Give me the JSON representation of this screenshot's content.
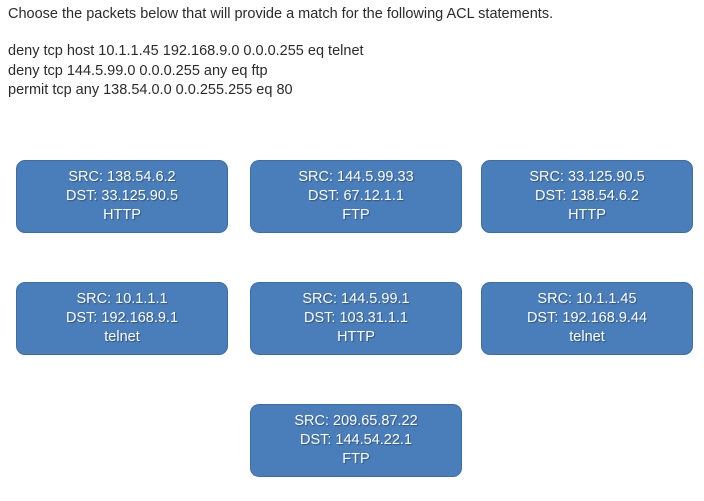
{
  "question": {
    "prompt": "Choose the packets below that will provide a match for the following ACL statements.",
    "acl_statements": [
      "deny tcp host 10.1.1.45 192.168.9.0 0.0.0.255 eq telnet",
      "deny tcp 144.5.99.0 0.0.0.255 any eq ftp",
      "permit tcp any 138.54.0.0 0.0.255.255 eq 80"
    ]
  },
  "theme": {
    "box_fill": "#4a7ebb",
    "box_border": "#3d6da6",
    "box_text": "#ffffff",
    "page_text": "#2b2b2b",
    "page_background": "#ffffff"
  },
  "packets": {
    "rows": [
      {
        "items": [
          {
            "src": "SRC: 138.54.6.2",
            "dst": "DST: 33.125.90.5",
            "protocol": "HTTP"
          },
          {
            "src": "SRC: 144.5.99.33",
            "dst": "DST: 67.12.1.1",
            "protocol": "FTP"
          },
          {
            "src": "SRC: 33.125.90.5",
            "dst": "DST: 138.54.6.2",
            "protocol": "HTTP"
          }
        ]
      },
      {
        "items": [
          {
            "src": "SRC: 10.1.1.1",
            "dst": "DST: 192.168.9.1",
            "protocol": "telnet"
          },
          {
            "src": "SRC: 144.5.99.1",
            "dst": "DST: 103.31.1.1",
            "protocol": "HTTP"
          },
          {
            "src": "SRC: 10.1.1.45",
            "dst": "DST: 192.168.9.44",
            "protocol": "telnet"
          }
        ]
      },
      {
        "items": [
          {
            "src": "SRC: 209.65.87.22",
            "dst": "DST: 144.54.22.1",
            "protocol": "FTP"
          }
        ]
      }
    ]
  }
}
